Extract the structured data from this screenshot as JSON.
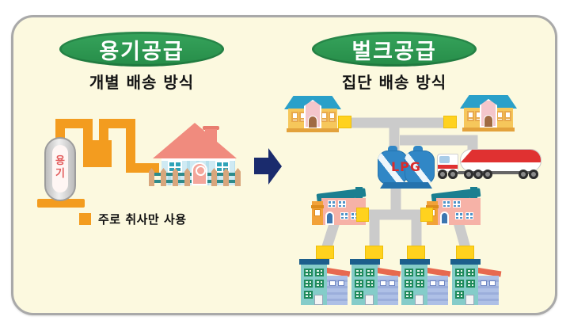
{
  "left_section": {
    "badge_label": "용기공급",
    "subtitle": "개별 배송 방식",
    "cylinder_label_line1": "용",
    "cylinder_label_line2": "기",
    "legend_text": "주로 취사만 사용"
  },
  "right_section": {
    "badge_label": "벌크공급",
    "subtitle": "집단 배송 방식",
    "tank_label": "LPG"
  },
  "colors": {
    "panel_bg": "#FCF9DF",
    "panel_border": "#A9A9A9",
    "badge_green": "#2D9B52",
    "pipe_orange": "#F39C1F",
    "pipe_gray": "#CBCBCB",
    "junction_yellow": "#FFD21E",
    "arrow_navy": "#1A2B6D",
    "tank_blue": "#3187C6",
    "lpg_red": "#D92B2B",
    "school_roof_blue": "#2AA0C9",
    "house_roof_teal": "#1B7F90",
    "apartment_teal": "#85CCC9"
  }
}
